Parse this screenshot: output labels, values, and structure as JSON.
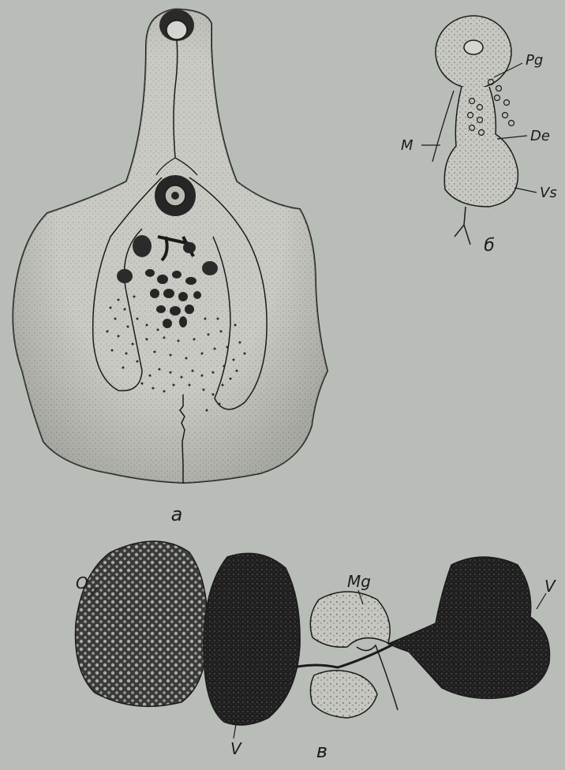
{
  "figure_a": {
    "caption": "а"
  },
  "figure_b": {
    "caption": "б",
    "labels": {
      "pg": "Pg",
      "de": "De",
      "m": "M",
      "vs": "Vs"
    }
  },
  "figure_v": {
    "caption": "в",
    "labels": {
      "o": "O",
      "mg": "Mg",
      "v_left": "V",
      "v_right": "V"
    }
  },
  "colors": {
    "background": "#b9bdb8",
    "ink": "#1b1b1b",
    "body_fill": "#c6c8c1",
    "stipple": "#6f716c",
    "dark_mass": "#262626"
  }
}
